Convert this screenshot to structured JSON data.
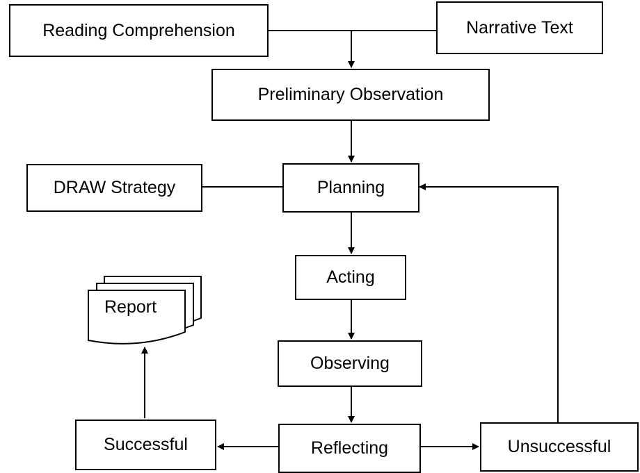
{
  "nodes": {
    "reading_comprehension": "Reading Comprehension",
    "narrative_text": "Narrative Text",
    "preliminary_observation": "Preliminary Observation",
    "draw_strategy": "DRAW Strategy",
    "planning": "Planning",
    "acting": "Acting",
    "observing": "Observing",
    "reflecting": "Reflecting",
    "successful": "Successful",
    "unsuccessful": "Unsuccessful",
    "report": "Report"
  },
  "edges": [
    {
      "from": "reading_comprehension",
      "to": "narrative_text",
      "type": "line"
    },
    {
      "from": "reading_comprehension",
      "to": "preliminary_observation",
      "type": "arrow"
    },
    {
      "from": "preliminary_observation",
      "to": "planning",
      "type": "arrow"
    },
    {
      "from": "draw_strategy",
      "to": "planning",
      "type": "line"
    },
    {
      "from": "planning",
      "to": "acting",
      "type": "arrow"
    },
    {
      "from": "acting",
      "to": "observing",
      "type": "arrow"
    },
    {
      "from": "observing",
      "to": "reflecting",
      "type": "arrow"
    },
    {
      "from": "reflecting",
      "to": "successful",
      "type": "arrow"
    },
    {
      "from": "reflecting",
      "to": "unsuccessful",
      "type": "arrow"
    },
    {
      "from": "unsuccessful",
      "to": "planning",
      "type": "arrow"
    },
    {
      "from": "successful",
      "to": "report",
      "type": "arrow"
    }
  ]
}
